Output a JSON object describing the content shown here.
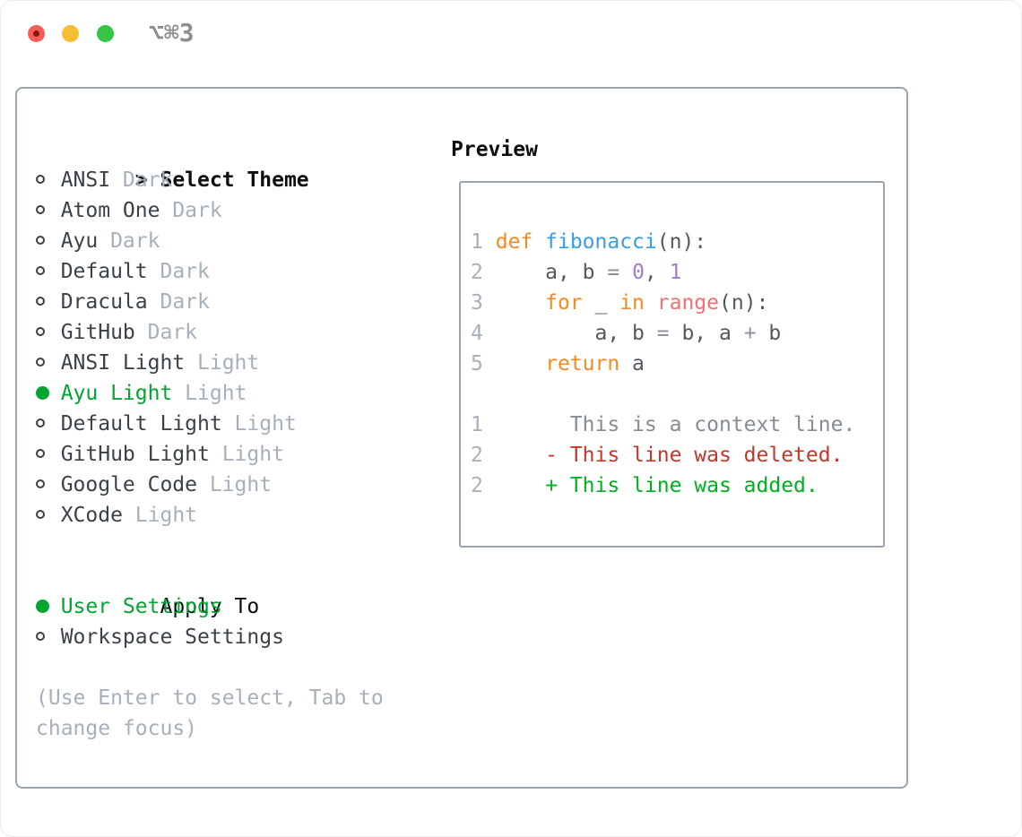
{
  "titlebar": {
    "title": "⌥⌘3"
  },
  "theme_panel": {
    "prompt": ">",
    "header": "Select Theme",
    "items": [
      {
        "name": "ANSI",
        "tag": "Dark",
        "selected": false
      },
      {
        "name": "Atom One",
        "tag": "Dark",
        "selected": false
      },
      {
        "name": "Ayu",
        "tag": "Dark",
        "selected": false
      },
      {
        "name": "Default",
        "tag": "Dark",
        "selected": false
      },
      {
        "name": "Dracula",
        "tag": "Dark",
        "selected": false
      },
      {
        "name": "GitHub",
        "tag": "Dark",
        "selected": false
      },
      {
        "name": "ANSI Light",
        "tag": "Light",
        "selected": false
      },
      {
        "name": "Ayu Light",
        "tag": "Light",
        "selected": true
      },
      {
        "name": "Default Light",
        "tag": "Light",
        "selected": false
      },
      {
        "name": "GitHub Light",
        "tag": "Light",
        "selected": false
      },
      {
        "name": "Google Code",
        "tag": "Light",
        "selected": false
      },
      {
        "name": "XCode",
        "tag": "Light",
        "selected": false
      }
    ],
    "apply_to": {
      "header": "Apply To",
      "options": [
        {
          "label": "User Settings",
          "selected": true
        },
        {
          "label": "Workspace Settings",
          "selected": false
        }
      ]
    },
    "hint_lines": [
      "(Use Enter to select, Tab to",
      "change focus)"
    ]
  },
  "preview": {
    "header": "Preview",
    "lines": [
      {
        "n": "1",
        "tokens": [
          [
            "fg",
            " "
          ],
          [
            "kw",
            "def"
          ],
          [
            "fg",
            " "
          ],
          [
            "fn",
            "fibonacci"
          ],
          [
            "fg",
            "(n):"
          ]
        ]
      },
      {
        "n": "2",
        "tokens": [
          [
            "fg",
            "     a, b "
          ],
          [
            "op",
            "="
          ],
          [
            "fg",
            " "
          ],
          [
            "pu",
            "0"
          ],
          [
            "fg",
            ", "
          ],
          [
            "pu",
            "1"
          ]
        ]
      },
      {
        "n": "3",
        "tokens": [
          [
            "fg",
            "     "
          ],
          [
            "kw",
            "for"
          ],
          [
            "fg",
            " _ "
          ],
          [
            "kw",
            "in"
          ],
          [
            "fg",
            " "
          ],
          [
            "re",
            "range"
          ],
          [
            "fg",
            "(n):"
          ]
        ]
      },
      {
        "n": "4",
        "tokens": [
          [
            "fg",
            "         a, b "
          ],
          [
            "op",
            "="
          ],
          [
            "fg",
            " b, a "
          ],
          [
            "op",
            "+"
          ],
          [
            "fg",
            " b"
          ]
        ]
      },
      {
        "n": "5",
        "tokens": [
          [
            "fg",
            "     "
          ],
          [
            "kw",
            "return"
          ],
          [
            "fg",
            " a"
          ]
        ]
      },
      {
        "n": "",
        "tokens": []
      },
      {
        "n": "1",
        "tokens": [
          [
            "ctx",
            "       This is a context line."
          ]
        ]
      },
      {
        "n": "2",
        "tokens": [
          [
            "del",
            "     - This line was deleted."
          ]
        ]
      },
      {
        "n": "2",
        "tokens": [
          [
            "add",
            "     + This line was added."
          ]
        ]
      }
    ]
  },
  "colors": {
    "header": "#0b0d10",
    "itemName": "#3a4149",
    "tag": "#a7b0ba",
    "green": "#00a62f",
    "hint": "#a7b0ba",
    "panelBorder": "#9aa3ad",
    "lineNum": "#a7b0ba",
    "codeFg": "#53595f",
    "kw": "#f68a1e",
    "fn": "#399ee6",
    "pu": "#a37acc",
    "re": "#f07171",
    "op": "#8a9199",
    "ctx": "#858c94",
    "del": "#c3362b",
    "add": "#00b01e",
    "titleGray": "#8a8f94",
    "lightRed": "#f85d55",
    "lightRedDot": "#7f1a16",
    "lightYellow": "#f6be32",
    "lightGreen": "#33c544"
  }
}
